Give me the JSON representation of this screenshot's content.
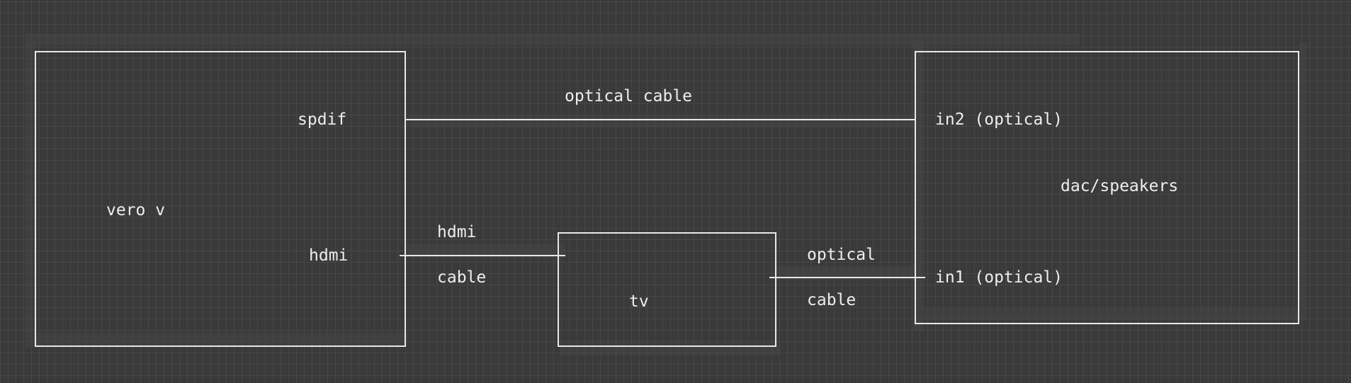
{
  "nodes": {
    "vero": {
      "label": "vero v",
      "ports": {
        "spdif": "spdif",
        "hdmi": "hdmi"
      }
    },
    "tv": {
      "label": "tv"
    },
    "dac": {
      "label": "dac/speakers",
      "ports": {
        "in2": "in2 (optical)",
        "in1": "in1 (optical)"
      }
    }
  },
  "edges": {
    "optical_top": {
      "label": "optical cable"
    },
    "hdmi_cable": {
      "label_line1": "hdmi",
      "label_line2": "cable"
    },
    "optical_tv": {
      "label_line1": "optical",
      "label_line2": "cable"
    }
  },
  "colors": {
    "background": "#3a3a3a",
    "grid": "#474747",
    "stroke": "#e8e8e8",
    "text": "#eeeeee"
  }
}
